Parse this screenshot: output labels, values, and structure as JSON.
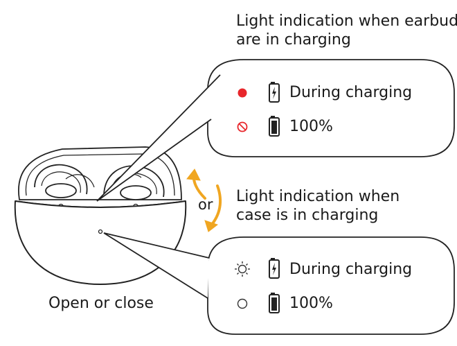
{
  "earbuds_section": {
    "title_line1": "Light indication when earbuds",
    "title_line2": "are in charging",
    "rows": [
      {
        "indicator": "red-dot",
        "indicator_color": "#e8262b",
        "battery": "charging",
        "label": "During charging"
      },
      {
        "indicator": "no-light",
        "indicator_color": "#e8262b",
        "battery": "full",
        "label": "100%"
      }
    ]
  },
  "case_section": {
    "title_line1": "Light indication when",
    "title_line2": "case is in charging",
    "rows": [
      {
        "indicator": "light-on",
        "indicator_color": "#333333",
        "battery": "charging",
        "label": "During charging"
      },
      {
        "indicator": "light-off",
        "indicator_color": "#333333",
        "battery": "full",
        "label": "100%"
      }
    ]
  },
  "lid_arrow": {
    "label": "or",
    "color": "#f0a621"
  },
  "case_caption": "Open or close"
}
